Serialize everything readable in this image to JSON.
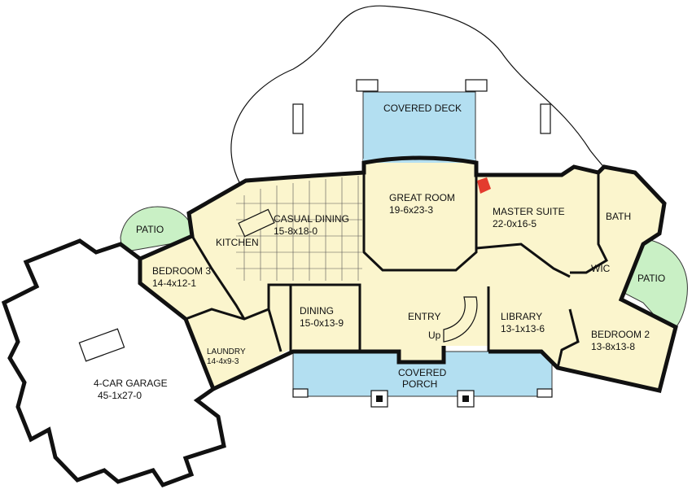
{
  "colors": {
    "floor": "#fbf5cd",
    "deck": "#b3dff1",
    "patio": "#c9f0c5",
    "fireplace": "#e33b2e",
    "wall": "#111111"
  },
  "rooms": {
    "covered_deck": "COVERED DECK",
    "great_room": {
      "name": "GREAT ROOM",
      "size": "19-6x23-3"
    },
    "master_suite": {
      "name": "MASTER SUITE",
      "size": "22-0x16-5"
    },
    "bath": "BATH",
    "wic": "WIC",
    "patio_left": "PATIO",
    "patio_right": "PATIO",
    "kitchen": "KITCHEN",
    "casual_dining": {
      "name": "CASUAL DINING",
      "size": "15-8x18-0"
    },
    "bedroom3": {
      "name": "BEDROOM 3",
      "size": "14-4x12-1"
    },
    "laundry": {
      "name": "LAUNDRY",
      "size": "14-4x9-3"
    },
    "dining": {
      "name": "DINING",
      "size": "15-0x13-9"
    },
    "entry": "ENTRY",
    "stair_up": "Up",
    "library": {
      "name": "LIBRARY",
      "size": "13-1x13-6"
    },
    "bedroom2": {
      "name": "BEDROOM 2",
      "size": "13-8x13-8"
    },
    "covered_porch": {
      "line1": "COVERED",
      "line2": "PORCH"
    },
    "garage": {
      "name": "4-CAR GARAGE",
      "size": "45-1x27-0"
    }
  }
}
